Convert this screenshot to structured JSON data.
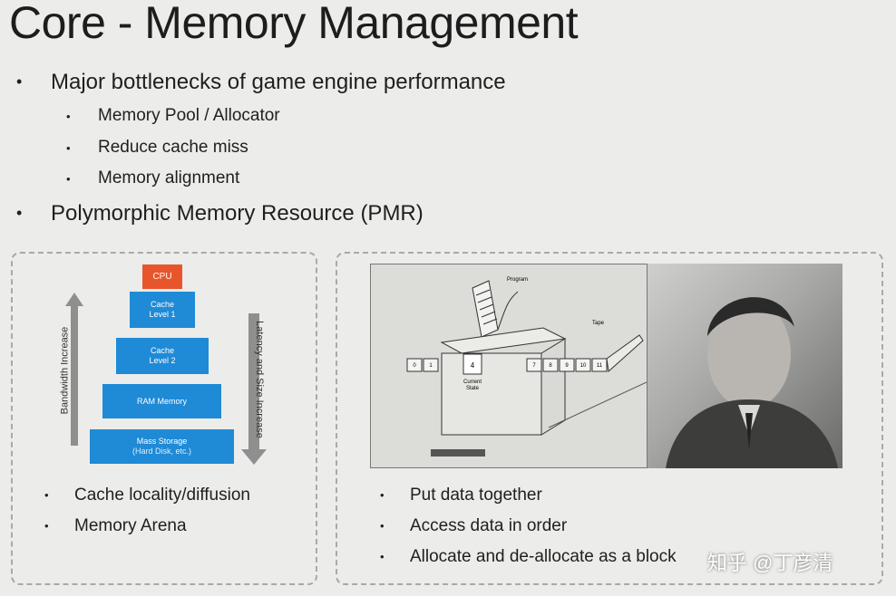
{
  "slide": {
    "title": "Core - Memory Management",
    "bullets": [
      {
        "text": "Major bottlenecks of game engine performance"
      },
      {
        "text": "Memory Pool / Allocator"
      },
      {
        "text": "Reduce cache miss"
      },
      {
        "text": "Memory alignment"
      },
      {
        "text": "Polymorphic Memory Resource (PMR)"
      }
    ]
  },
  "left_panel": {
    "pyramid": {
      "cpu": "CPU",
      "cache_l1": [
        "Cache",
        "Level 1"
      ],
      "cache_l2": [
        "Cache",
        "Level 2"
      ],
      "ram": "RAM Memory",
      "storage": [
        "Mass Storage",
        "(Hard Disk, etc.)"
      ],
      "left_arrow_label": "Bandwidth Increase",
      "right_arrow_label": "Latency and Size Increase"
    },
    "bullets": [
      "Cache locality/diffusion",
      "Memory Arena"
    ]
  },
  "right_panel": {
    "diagram": {
      "program": "Program",
      "tape": "Tape",
      "current_state_value": "4",
      "current_state": [
        "Current",
        "State"
      ],
      "left_cells": [
        "0",
        "1",
        "",
        ""
      ],
      "right_cells": [
        "7",
        "8",
        "9",
        "10",
        "11"
      ]
    },
    "bullets": [
      "Put data together",
      "Access data in order",
      "Allocate and de-allocate as a block"
    ]
  },
  "watermark": "知乎 @丁彦清"
}
